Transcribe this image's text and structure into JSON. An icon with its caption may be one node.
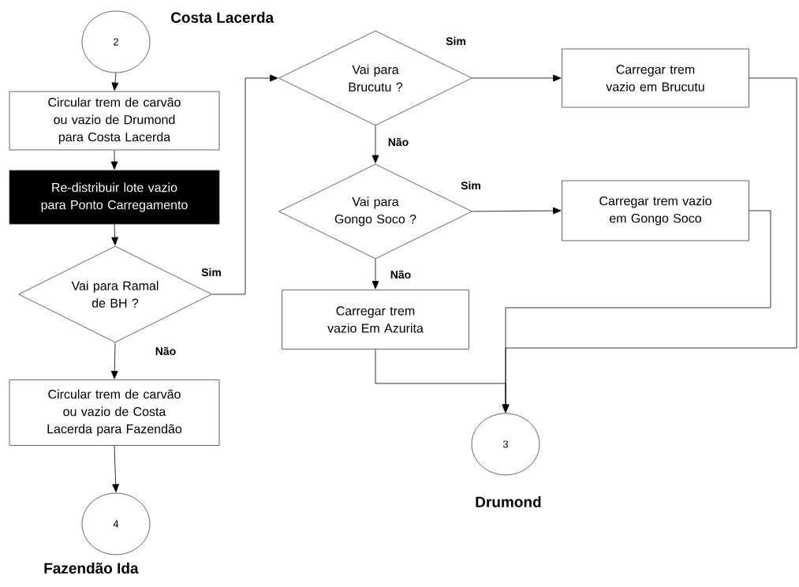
{
  "diagram": {
    "nodes": [
      {
        "text": [
          "2"
        ]
      },
      {
        "text": [
          "Circular  trem de carvão ou vazio de Drumond para Costa Lacerda"
        ]
      },
      {
        "text": [
          "Re-distribuir lote vazio para  Ponto Carregamento"
        ]
      },
      {
        "text": [
          "Vai para Ramal de BH ?"
        ]
      },
      {
        "text": [
          "Circular  trem de carvão ou vazio de Costa Lacerda para Fazendão"
        ]
      },
      {
        "text": [
          "4"
        ],
        "beside": [
          "Fazendão Ida"
        ]
      },
      {
        "text": [
          "Vai para Brucutu ?"
        ]
      },
      {
        "text": [
          "Carregar  trem vazio em Brucutu"
        ]
      },
      {
        "text": [
          "Vai para Gongo Soco ?"
        ]
      },
      {
        "text": [
          "Carregar trem vazio em Gongo Soco"
        ]
      },
      {
        "text": [
          "Carregar trem vazio Em Azurita"
        ]
      },
      {
        "text": [
          "3"
        ],
        "beside": [
          "Drumond"
        ]
      }
    ],
    "edges": [
      {
        "from": 0,
        "to": 1,
        "arrow": "to"
      },
      {
        "from": 1,
        "to": 2,
        "arrow": "to"
      },
      {
        "from": 2,
        "to": 3,
        "arrow": "to"
      },
      {
        "from": 3,
        "to": 6,
        "arrow": "to",
        "label": "Sim"
      },
      {
        "from": 3,
        "to": 4,
        "arrow": "to",
        "label": "Não"
      },
      {
        "from": 4,
        "to": 5,
        "arrow": "to"
      },
      {
        "from": 6,
        "to": 7,
        "arrow": "to",
        "label": "Sim"
      },
      {
        "from": 6,
        "to": 8,
        "arrow": "to",
        "label": "Não"
      },
      {
        "from": 8,
        "to": 9,
        "arrow": "to",
        "label": "Sim"
      },
      {
        "from": 8,
        "to": 10,
        "arrow": "to",
        "label": "Não"
      },
      {
        "from": 10,
        "to": 11,
        "arrow": "to"
      },
      {
        "from": 9,
        "to": 11,
        "arrow": "to"
      },
      {
        "from": 7,
        "to": 11,
        "arrow": "to"
      }
    ],
    "labels": [
      "Costa Lacerda"
    ]
  }
}
